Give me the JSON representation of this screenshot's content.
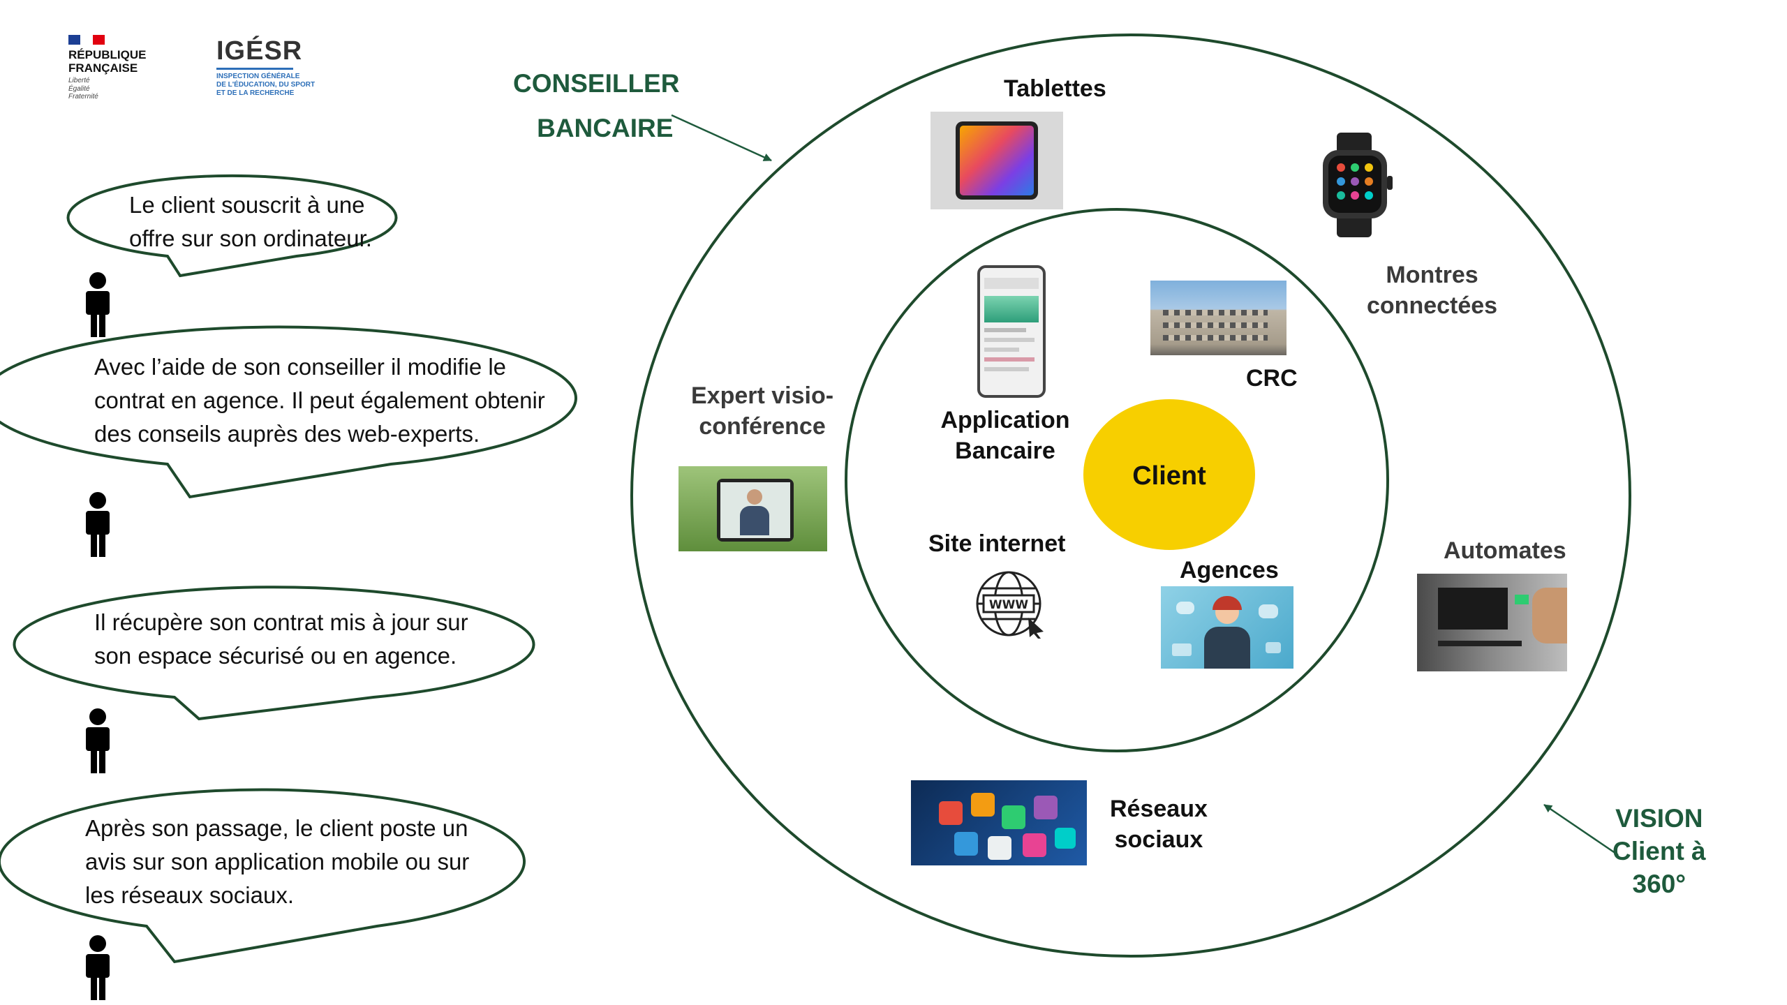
{
  "logos": {
    "republique": {
      "line1": "RÉPUBLIQUE",
      "line2": "FRANÇAISE",
      "motto": [
        "Liberté",
        "Égalité",
        "Fraternité"
      ]
    },
    "igesr": {
      "name": "IGÉSR",
      "subtitle": [
        "INSPECTION GÉNÉRALE",
        "DE L'ÉDUCATION, DU SPORT",
        "ET DE LA RECHERCHE"
      ]
    }
  },
  "bubbles": [
    {
      "lines": [
        "Le client souscrit à une",
        "offre sur son ordinateur."
      ]
    },
    {
      "lines": [
        "Avec l’aide de son conseiller il modifie le",
        "contrat en agence. Il peut également obtenir",
        "des conseils auprès des web-experts."
      ]
    },
    {
      "lines": [
        "Il récupère son contrat mis à jour sur",
        "son espace sécurisé ou en agence."
      ]
    },
    {
      "lines": [
        "Après son passage, le client poste un",
        "avis sur son application mobile ou sur",
        "les réseaux sociaux."
      ]
    }
  ],
  "callouts": {
    "conseiller": [
      "CONSEILLER",
      "BANCAIRE"
    ],
    "vision": [
      "VISION",
      "Client à",
      "360°"
    ]
  },
  "center": {
    "label": "Client"
  },
  "inner_items": {
    "application": [
      "Application",
      "Bancaire"
    ],
    "crc": "CRC",
    "site": "Site internet",
    "agences": "Agences"
  },
  "outer_items": {
    "tablettes": "Tablettes",
    "montres": [
      "Montres",
      "connectées"
    ],
    "expert": [
      "Expert visio-",
      "conférence"
    ],
    "automates": "Automates",
    "reseaux": [
      "Réseaux",
      "sociaux"
    ]
  },
  "colors": {
    "green": "#1e5a3c",
    "client_fill": "#f7cf00",
    "circle_stroke": "#1e4a2c"
  }
}
